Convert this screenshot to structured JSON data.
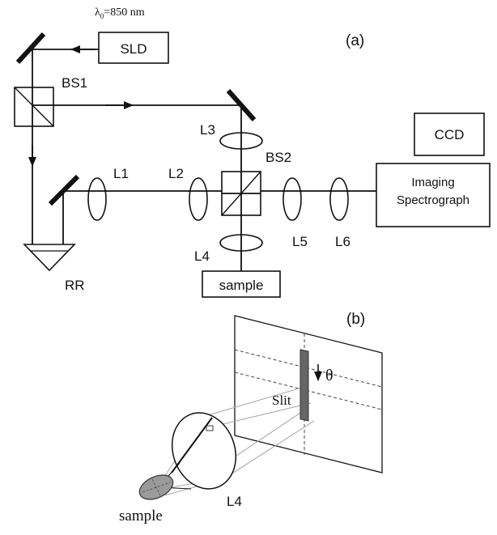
{
  "panel_a": {
    "panel_label": "(a)",
    "wavelength_lambda": "λ",
    "wavelength_sub": "0",
    "wavelength_value": "=850 nm",
    "source": "SLD",
    "beamsplitter_1": "BS1",
    "beamsplitter_2": "BS2",
    "retroreflector": "RR",
    "lens_1": "L1",
    "lens_2": "L2",
    "lens_3": "L3",
    "lens_4": "L4",
    "lens_5": "L5",
    "lens_6": "L6",
    "camera": "CCD",
    "spectrograph_line1": "Imaging",
    "spectrograph_line2": "Spectrograph",
    "sample": "sample"
  },
  "panel_b": {
    "panel_label": "(b)",
    "slit": "Slit",
    "angle": "θ",
    "lens": "L4",
    "sample": "sample"
  },
  "colors": {
    "ink": "#111111",
    "slit_fill": "#666666",
    "sample_fill": "#9a9a9a",
    "light_ray": "#aaaaaa"
  }
}
